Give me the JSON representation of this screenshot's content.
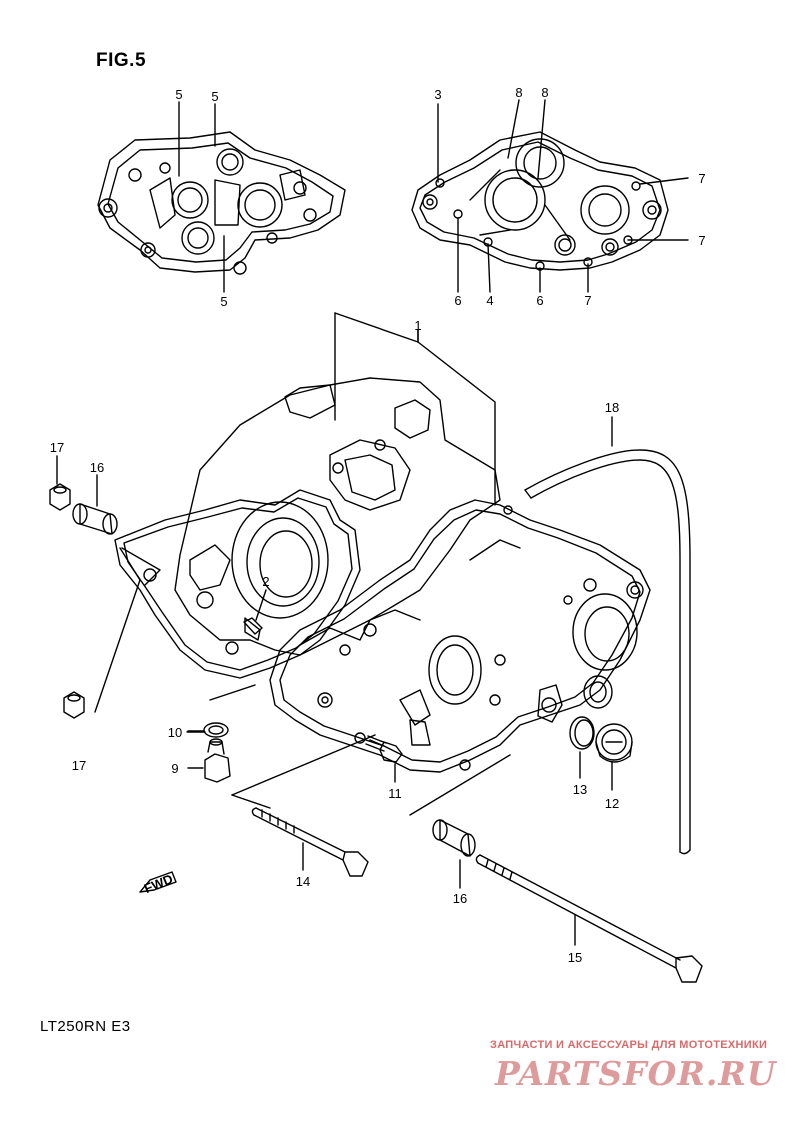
{
  "figure": {
    "title": "FIG.5",
    "model": "LT250RN  E3"
  },
  "callouts": [
    {
      "id": "c1",
      "label": "1"
    },
    {
      "id": "c2",
      "label": "2"
    },
    {
      "id": "c3",
      "label": "3"
    },
    {
      "id": "c4",
      "label": "4"
    },
    {
      "id": "c5a",
      "label": "5"
    },
    {
      "id": "c5b",
      "label": "5"
    },
    {
      "id": "c5c",
      "label": "5"
    },
    {
      "id": "c6a",
      "label": "6"
    },
    {
      "id": "c6b",
      "label": "6"
    },
    {
      "id": "c7a",
      "label": "7"
    },
    {
      "id": "c7b",
      "label": "7"
    },
    {
      "id": "c7c",
      "label": "7"
    },
    {
      "id": "c8a",
      "label": "8"
    },
    {
      "id": "c8b",
      "label": "8"
    },
    {
      "id": "c9",
      "label": "9"
    },
    {
      "id": "c10",
      "label": "10"
    },
    {
      "id": "c11",
      "label": "11"
    },
    {
      "id": "c12",
      "label": "12"
    },
    {
      "id": "c13",
      "label": "13"
    },
    {
      "id": "c14",
      "label": "14"
    },
    {
      "id": "c15",
      "label": "15"
    },
    {
      "id": "c16a",
      "label": "16"
    },
    {
      "id": "c16b",
      "label": "16"
    },
    {
      "id": "c17a",
      "label": "17"
    },
    {
      "id": "c17b",
      "label": "17"
    },
    {
      "id": "c18",
      "label": "18"
    }
  ],
  "fwd_label": "FWD",
  "watermark": {
    "tagline": "ЗАПЧАСТИ И АКСЕССУАРЫ ДЛЯ МОТОТЕХНИКИ",
    "logo": "PARTSFOR.RU"
  }
}
